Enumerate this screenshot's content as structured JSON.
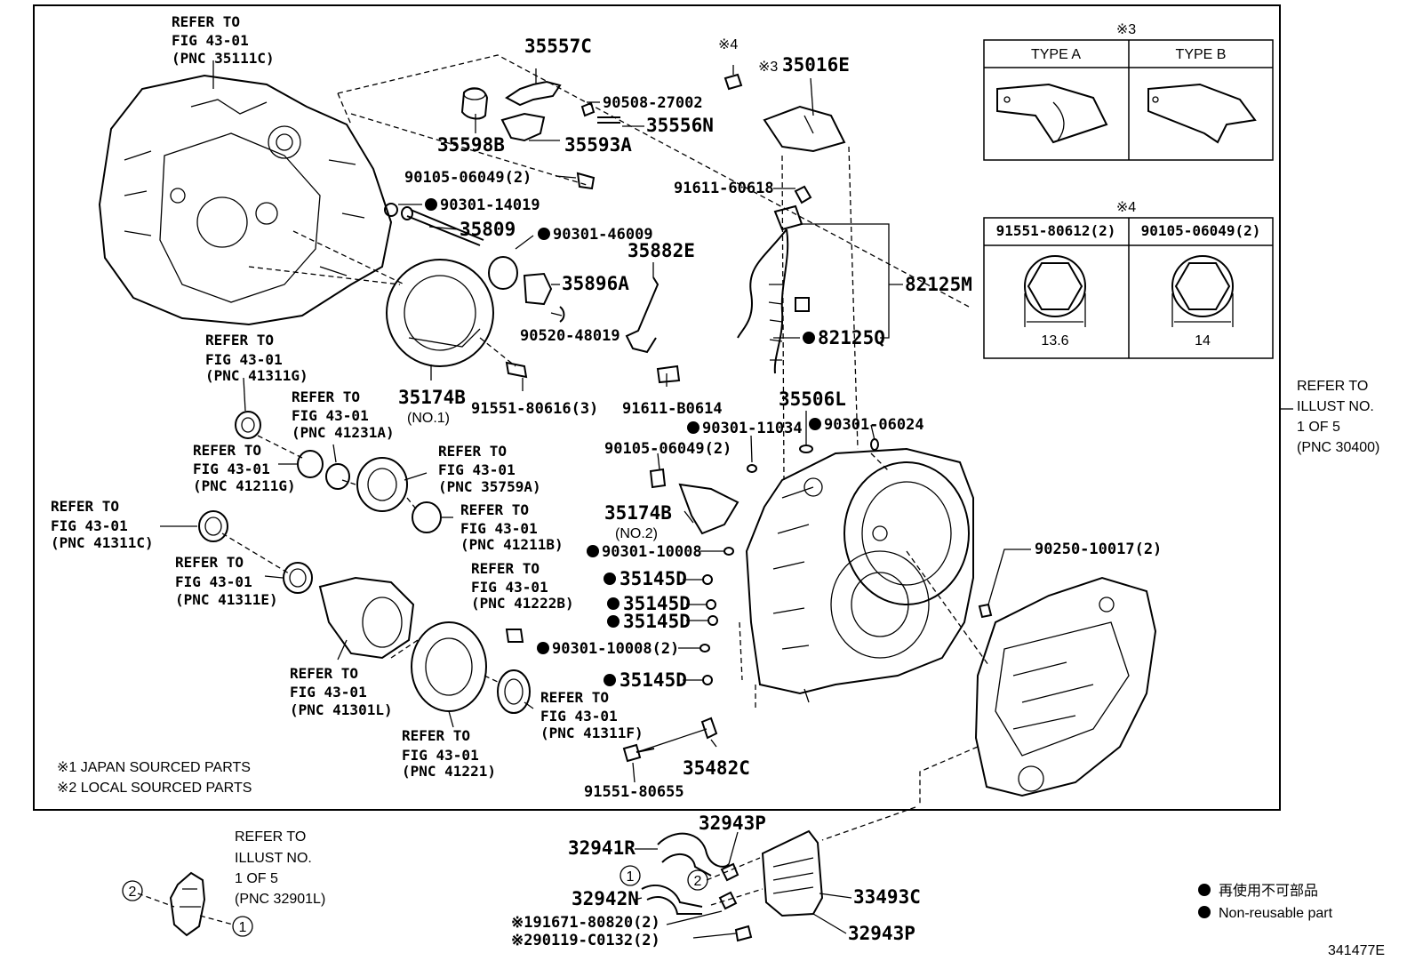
{
  "diagram": {
    "part_labels": {
      "p35557C": "35557C",
      "p90508": "90508-27002",
      "p35556N": "35556N",
      "p35598B": "35598B",
      "p35593A": "35593A",
      "p90105a": "90105-06049(2)",
      "p90301_14019": "90301-14019",
      "p35809": "35809",
      "p90301_46009": "90301-46009",
      "p35882E": "35882E",
      "p35896A": "35896A",
      "p90520": "90520-48019",
      "p35174B": "35174B",
      "p35174B_no1": "(NO.1)",
      "p91551_80616": "91551-80616(3)",
      "p91611_B0614": "91611-B0614",
      "p35016E_mark": "※3",
      "p35016E": "35016E",
      "p91611_60618": "91611-60618",
      "p82125M": "82125M",
      "p82125Q": "82125Q",
      "p35506L": "35506L",
      "p90301_11034": "90301-11034",
      "p90301_06024": "90301-06024",
      "p90105b": "90105-06049(2)",
      "p35174B2": "35174B",
      "p35174B_no2": "(NO.2)",
      "p90301_10008": "90301-10008",
      "p35145D_1": "35145D",
      "p35145D_2": "35145D",
      "p35145D_3": "35145D",
      "p90301_10008_2": "90301-10008(2)",
      "p35145D_4": "35145D",
      "p90250": "90250-10017(2)",
      "p35482C": "35482C",
      "p91551_80655": "91551-80655",
      "p32943P_top": "32943P",
      "p32941R": "32941R",
      "p32942N": "32942N",
      "p33493C": "33493C",
      "p32943P_bot": "32943P",
      "p91671": "※191671-80820(2)",
      "p90119": "※290119-C0132(2)",
      "mark4": "※4"
    },
    "refer_blocks": {
      "r35111C": [
        "REFER TO",
        "FIG 43-01",
        "(PNC 35111C)"
      ],
      "r41311G": [
        "REFER TO",
        "FIG 43-01",
        "(PNC 41311G)"
      ],
      "r41231A": [
        "REFER TO",
        "FIG 43-01",
        "(PNC 41231A)"
      ],
      "r41211G": [
        "REFER TO",
        "FIG 43-01",
        "(PNC 41211G)"
      ],
      "r35759A": [
        "REFER TO",
        "FIG 43-01",
        "(PNC 35759A)"
      ],
      "r41311C": [
        "REFER TO",
        "FIG 43-01",
        "(PNC 41311C)"
      ],
      "r41211B": [
        "REFER TO",
        "FIG 43-01",
        "(PNC 41211B)"
      ],
      "r41311E": [
        "REFER TO",
        "FIG 43-01",
        "(PNC 41311E)"
      ],
      "r41222B": [
        "REFER TO",
        "FIG 43-01",
        "(PNC 41222B)"
      ],
      "r41301L": [
        "REFER TO",
        "FIG 43-01",
        "(PNC 41301L)"
      ],
      "r41311F": [
        "REFER TO",
        "FIG 43-01",
        "(PNC 41311F)"
      ],
      "r41221": [
        "REFER TO",
        "FIG 43-01",
        "(PNC 41221)"
      ],
      "r30400": [
        "REFER TO",
        "ILLUST NO.",
        "1 OF 5",
        "(PNC 30400)"
      ],
      "r32901L": [
        "REFER TO",
        "ILLUST NO.",
        "1 OF 5",
        "(PNC 32901L)"
      ]
    },
    "notes": {
      "note1": "※1 JAPAN SOURCED PARTS",
      "note2": "※2 LOCAL SOURCED PARTS"
    },
    "legend": {
      "jp": "再使用不可部品",
      "en": "Non-reusable part"
    },
    "tables": {
      "t3": {
        "mark": "※3",
        "headers": [
          "TYPE A",
          "TYPE B"
        ]
      },
      "t4": {
        "mark": "※4",
        "headers": [
          "91551-80612(2)",
          "90105-06049(2)"
        ],
        "dims": [
          "13.6",
          "14"
        ]
      }
    },
    "callouts": {
      "c1": "1",
      "c2": "2",
      "c1b": "1",
      "c2b": "2"
    },
    "illustration_id": "341477E"
  }
}
